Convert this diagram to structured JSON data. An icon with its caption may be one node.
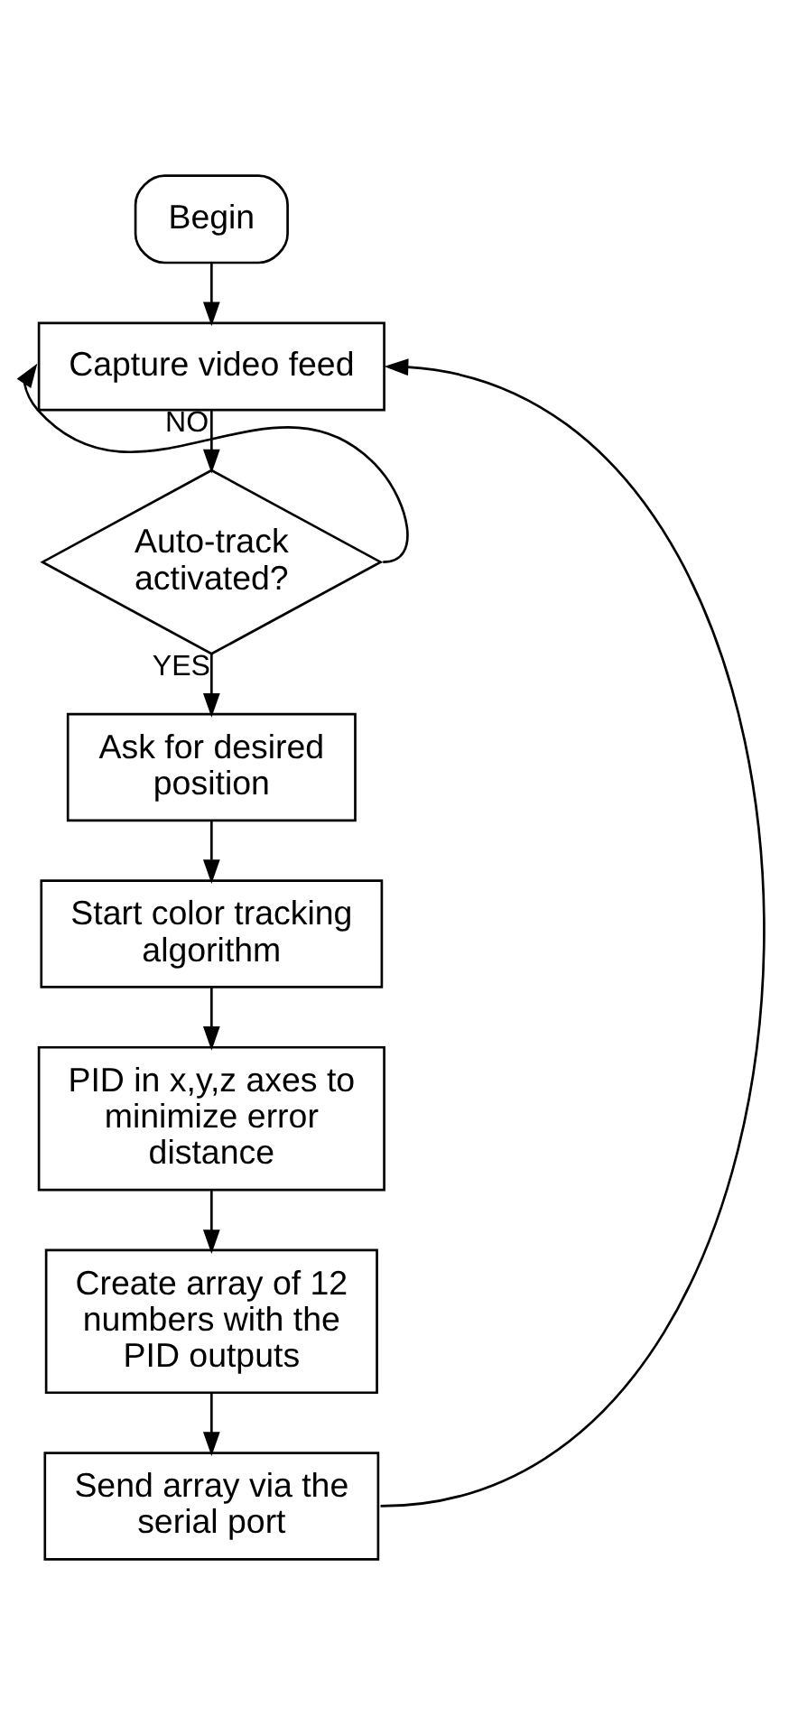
{
  "diagram": {
    "nodes": [
      {
        "text": [
          "Begin"
        ]
      },
      {
        "text": [
          "Capture video feed"
        ]
      },
      {
        "text": [
          "Auto-track activated?"
        ]
      },
      {
        "text": [
          "Ask for desired position"
        ]
      },
      {
        "text": [
          "Start color tracking algorithm"
        ]
      },
      {
        "text": [
          "PID in x,y,z axes to minimize error distance"
        ]
      },
      {
        "text": [
          "Create array of 12 numbers with the PID outputs"
        ]
      },
      {
        "text": [
          "Send array via the serial port"
        ]
      }
    ],
    "edges": [
      {
        "from": 0,
        "to": 1,
        "arrow": "to"
      },
      {
        "from": 1,
        "to": 2,
        "arrow": "to"
      },
      {
        "from": 2,
        "to": 1,
        "arrow": "to",
        "label": "NO"
      },
      {
        "from": 2,
        "to": 3,
        "arrow": "to",
        "label": "YES"
      },
      {
        "from": 3,
        "to": 4,
        "arrow": "to"
      },
      {
        "from": 4,
        "to": 5,
        "arrow": "to"
      },
      {
        "from": 5,
        "to": 6,
        "arrow": "to"
      },
      {
        "from": 6,
        "to": 7,
        "arrow": "to"
      },
      {
        "from": 7,
        "to": 1,
        "arrow": "to"
      }
    ]
  }
}
